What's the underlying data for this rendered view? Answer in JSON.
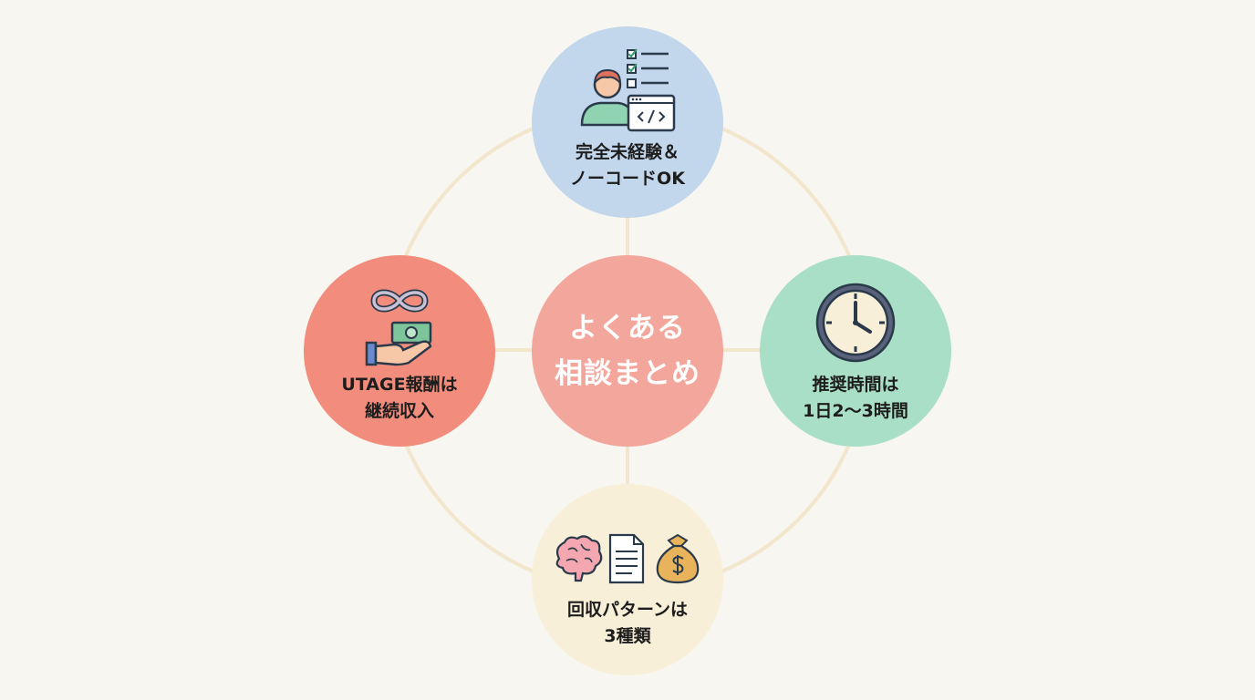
{
  "center": {
    "line1": "よくある",
    "line2": "相談まとめ",
    "color": "#f3a69b"
  },
  "nodes": {
    "top": {
      "line1": "完全未経験＆",
      "line2": "ノーコードOK",
      "color": "#c3d7ec",
      "icon": "person-checklist-code-icon"
    },
    "left": {
      "line1": "UTAGE報酬は",
      "line2": "継続収入",
      "color": "#f28c7d",
      "icon": "infinity-money-hand-icon"
    },
    "right": {
      "line1": "推奨時間は",
      "line2": "1日2〜3時間",
      "color": "#a9dfc6",
      "icon": "clock-icon"
    },
    "bottom": {
      "line1": "回収パターンは",
      "line2": "3種類",
      "color": "#f8efd8",
      "icon": "brain-document-moneybag-icon"
    }
  },
  "ring_color": "#f2e6cc"
}
